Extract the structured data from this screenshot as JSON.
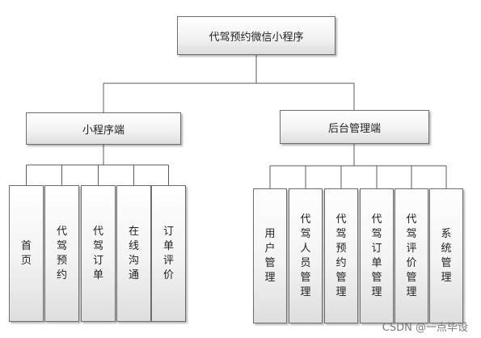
{
  "root": {
    "label": "代驾预约微信小程序"
  },
  "branches": [
    {
      "id": "miniprogram",
      "label": "小程序端",
      "children": [
        "首页",
        "代驾预约",
        "代驾订单",
        "在线沟通",
        "订单评价"
      ]
    },
    {
      "id": "admin",
      "label": "后台管理端",
      "children": [
        "用户管理",
        "代驾人员管理",
        "代驾预约管理",
        "代驾订单管理",
        "代驾评价管理",
        "系统管理"
      ]
    }
  ],
  "watermark": "CSDN @一点毕设",
  "colors": {
    "border": "#6d6d6d",
    "line": "#5a5a5a",
    "text": "#222222",
    "watermark": "#7a7a7a"
  }
}
